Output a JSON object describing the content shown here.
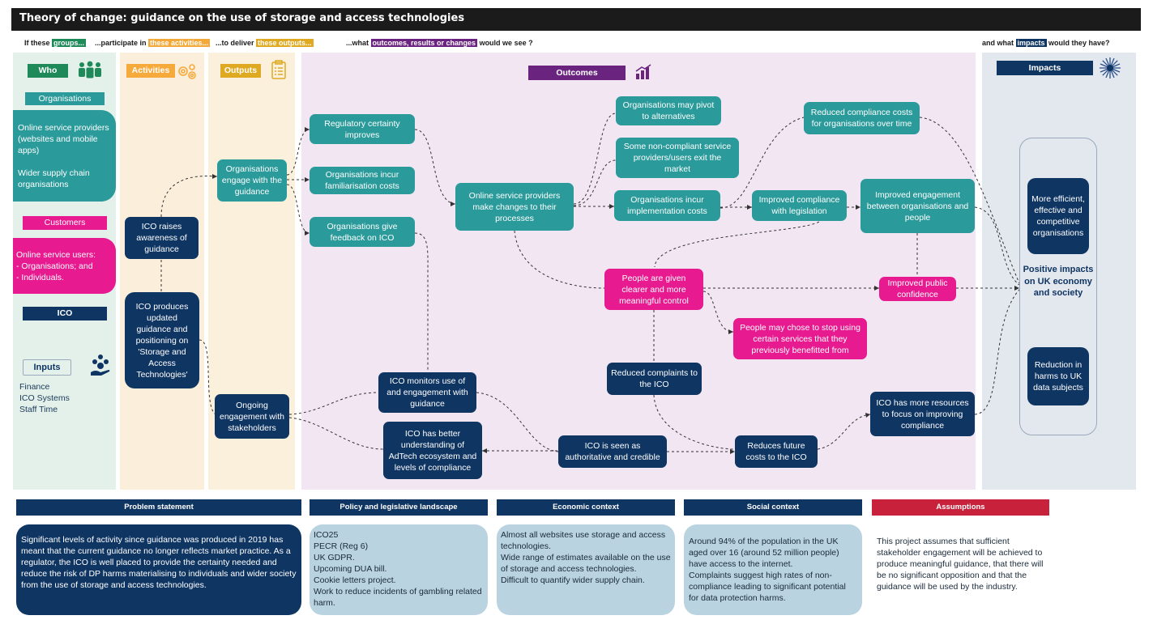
{
  "title": "Theory of change: guidance on the use of storage and access technologies",
  "header_line": {
    "p1_pre": "If these ",
    "p1_mark": "groups...",
    "p2_pre": "...participate in ",
    "p2_mark": "these activities...",
    "p3_pre": "...to deliver ",
    "p3_mark": "these outputs...",
    "p4_pre": "...what ",
    "p4_mark": "outcomes, results or changes",
    "p4_post": " would we see ?",
    "p5_pre": "and what ",
    "p5_mark": "impacts",
    "p5_post": " would they have?"
  },
  "columns": {
    "who": "Who",
    "activities": "Activities",
    "outputs": "Outputs",
    "outcomes": "Outcomes",
    "impacts": "Impacts"
  },
  "who": {
    "organisations_label": "Organisations",
    "organisations_text": "Online service providers (websites and mobile apps)\n\nWider supply chain organisations",
    "customers_label": "Customers",
    "customers_text": "Online service users:\n- Organisations; and\n- Individuals.",
    "ico_label": "ICO",
    "inputs_label": "Inputs",
    "inputs_text": "Finance\nICO Systems\nStaff Time"
  },
  "activities": {
    "raises": "ICO raises awareness of guidance",
    "produces": "ICO produces updated guidance and positioning on 'Storage and Access Technologies'"
  },
  "outputs": {
    "engage": "Organisations engage with the guidance",
    "ongoing": "Ongoing engagement with stakeholders"
  },
  "outcomes": {
    "reg_certainty": "Regulatory certainty improves",
    "familiarisation": "Organisations incur familiarisation costs",
    "feedback": "Organisations give feedback on ICO",
    "osp_changes": "Online service providers make changes to their processes",
    "pivot": "Organisations may pivot to alternatives",
    "exit": "Some non-compliant service providers/users exit the market",
    "implementation": "Organisations incur implementation costs",
    "reduced_costs": "Reduced compliance costs for organisations over time",
    "improved_compliance": "Improved compliance with legislation",
    "improved_engagement": "Improved engagement between organisations and people",
    "clearer_control": "People are given clearer and more meaningful control",
    "public_confidence": "Improved public confidence",
    "stop_using": "People may chose to stop using certain services that they previously benefitted from",
    "reduced_complaints": "Reduced complaints to the ICO",
    "monitors": "ICO monitors use of and engagement with guidance",
    "better_understanding": "ICO has better understanding of AdTech ecosystem and levels of compliance",
    "authoritative": "ICO is seen as authoritative and credible",
    "reduces_future": "Reduces future costs to the ICO",
    "more_resources": "ICO has more resources to focus on improving compliance"
  },
  "impacts": {
    "efficient": "More efficient, effective and competitive organisations",
    "positive": "Positive impacts on UK economy and society",
    "reduction": "Reduction in harms to UK data subjects"
  },
  "context": {
    "problem_h": "Problem statement",
    "problem": "Significant levels of activity since guidance was produced in 2019 has meant that the current guidance no longer reflects market practice.  As a regulator, the ICO is well placed to provide the certainty needed and reduce the risk of DP harms materialising to individuals and wider society from the use of storage and access technologies.",
    "policy_h": "Policy and legislative landscape",
    "policy": "ICO25\nPECR (Reg 6)\nUK GDPR.\nUpcoming DUA bill.\nCookie letters project.\nWork to reduce incidents of gambling related harm.",
    "economic_h": "Economic context",
    "economic": "Almost all websites use storage and access technologies.\nWide range of estimates available on the use of storage and access technologies.\nDifficult to quantify wider supply chain.",
    "social_h": "Social context",
    "social": "Around 94% of the population in the UK aged over 16 (around 52 million people) have access to the internet.\nComplaints suggest high rates of non-compliance leading to significant potential for data protection harms.",
    "assumptions_h": "Assumptions",
    "assumptions": "This project assumes that sufficient stakeholder engagement will be achieved to produce meaningful guidance, that there will be no significant opposition and that the guidance will be used by the industry."
  },
  "colors": {
    "teal": "#2a9a9a",
    "navy": "#0f3563",
    "pink": "#e71a8f",
    "purple": "#6b2380",
    "green": "#1e8a5a",
    "orange": "#f5aa3b",
    "red": "#c8213b"
  }
}
